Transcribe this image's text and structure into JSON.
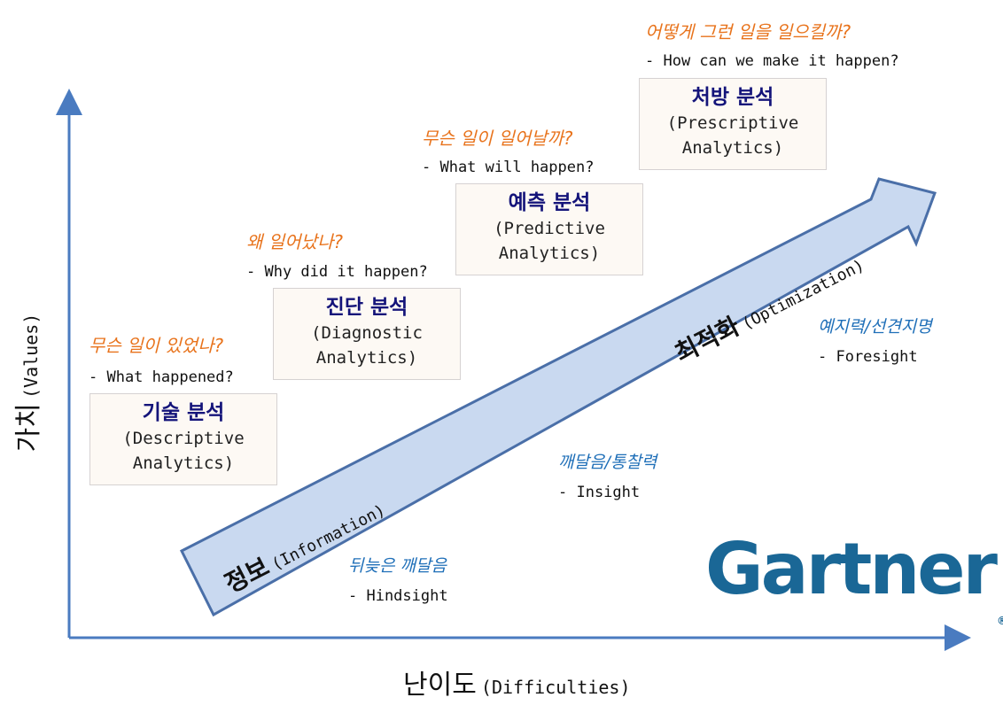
{
  "axes": {
    "x_label_ko": "난이도",
    "x_label_en": "(Difficulties)",
    "y_label_ko": "가치",
    "y_label_en": "(Values)"
  },
  "arrow": {
    "start_ko": "정보",
    "start_en": "(Information)",
    "end_ko": "최적화",
    "end_en": "(Optimization)",
    "fill": "#c9d9f0",
    "stroke": "#4a6fa8"
  },
  "stages": [
    {
      "name_ko": "기술 분석",
      "name_en_1": "(Descriptive",
      "name_en_2": "Analytics)",
      "question_ko": "무슨 일이 있었나?",
      "question_en": "- What happened?"
    },
    {
      "name_ko": "진단 분석",
      "name_en_1": "(Diagnostic",
      "name_en_2": "Analytics)",
      "question_ko": "왜 일어났나?",
      "question_en": "- Why did it happen?"
    },
    {
      "name_ko": "예측 분석",
      "name_en_1": "(Predictive",
      "name_en_2": "Analytics)",
      "question_ko": "무슨 일이 일어날까?",
      "question_en": "- What will happen?"
    },
    {
      "name_ko": "처방 분석",
      "name_en_1": "(Prescriptive",
      "name_en_2": "Analytics)",
      "question_ko": "어떻게 그런 일을 일으킬까?",
      "question_en": "- How can we make it happen?"
    }
  ],
  "sights": [
    {
      "ko": "뒤늦은 깨달음",
      "en": "- Hindsight"
    },
    {
      "ko": "깨달음/통찰력",
      "en": "- Insight"
    },
    {
      "ko": "예지력/선견지명",
      "en": "- Foresight"
    }
  ],
  "logo": {
    "text": "Gartner",
    "mark": "®",
    "color": "#1a6796"
  },
  "colors": {
    "stage_title": "#14147a",
    "question": "#e8731c",
    "sight": "#1f6fb8",
    "axis": "#4a7bc0"
  }
}
